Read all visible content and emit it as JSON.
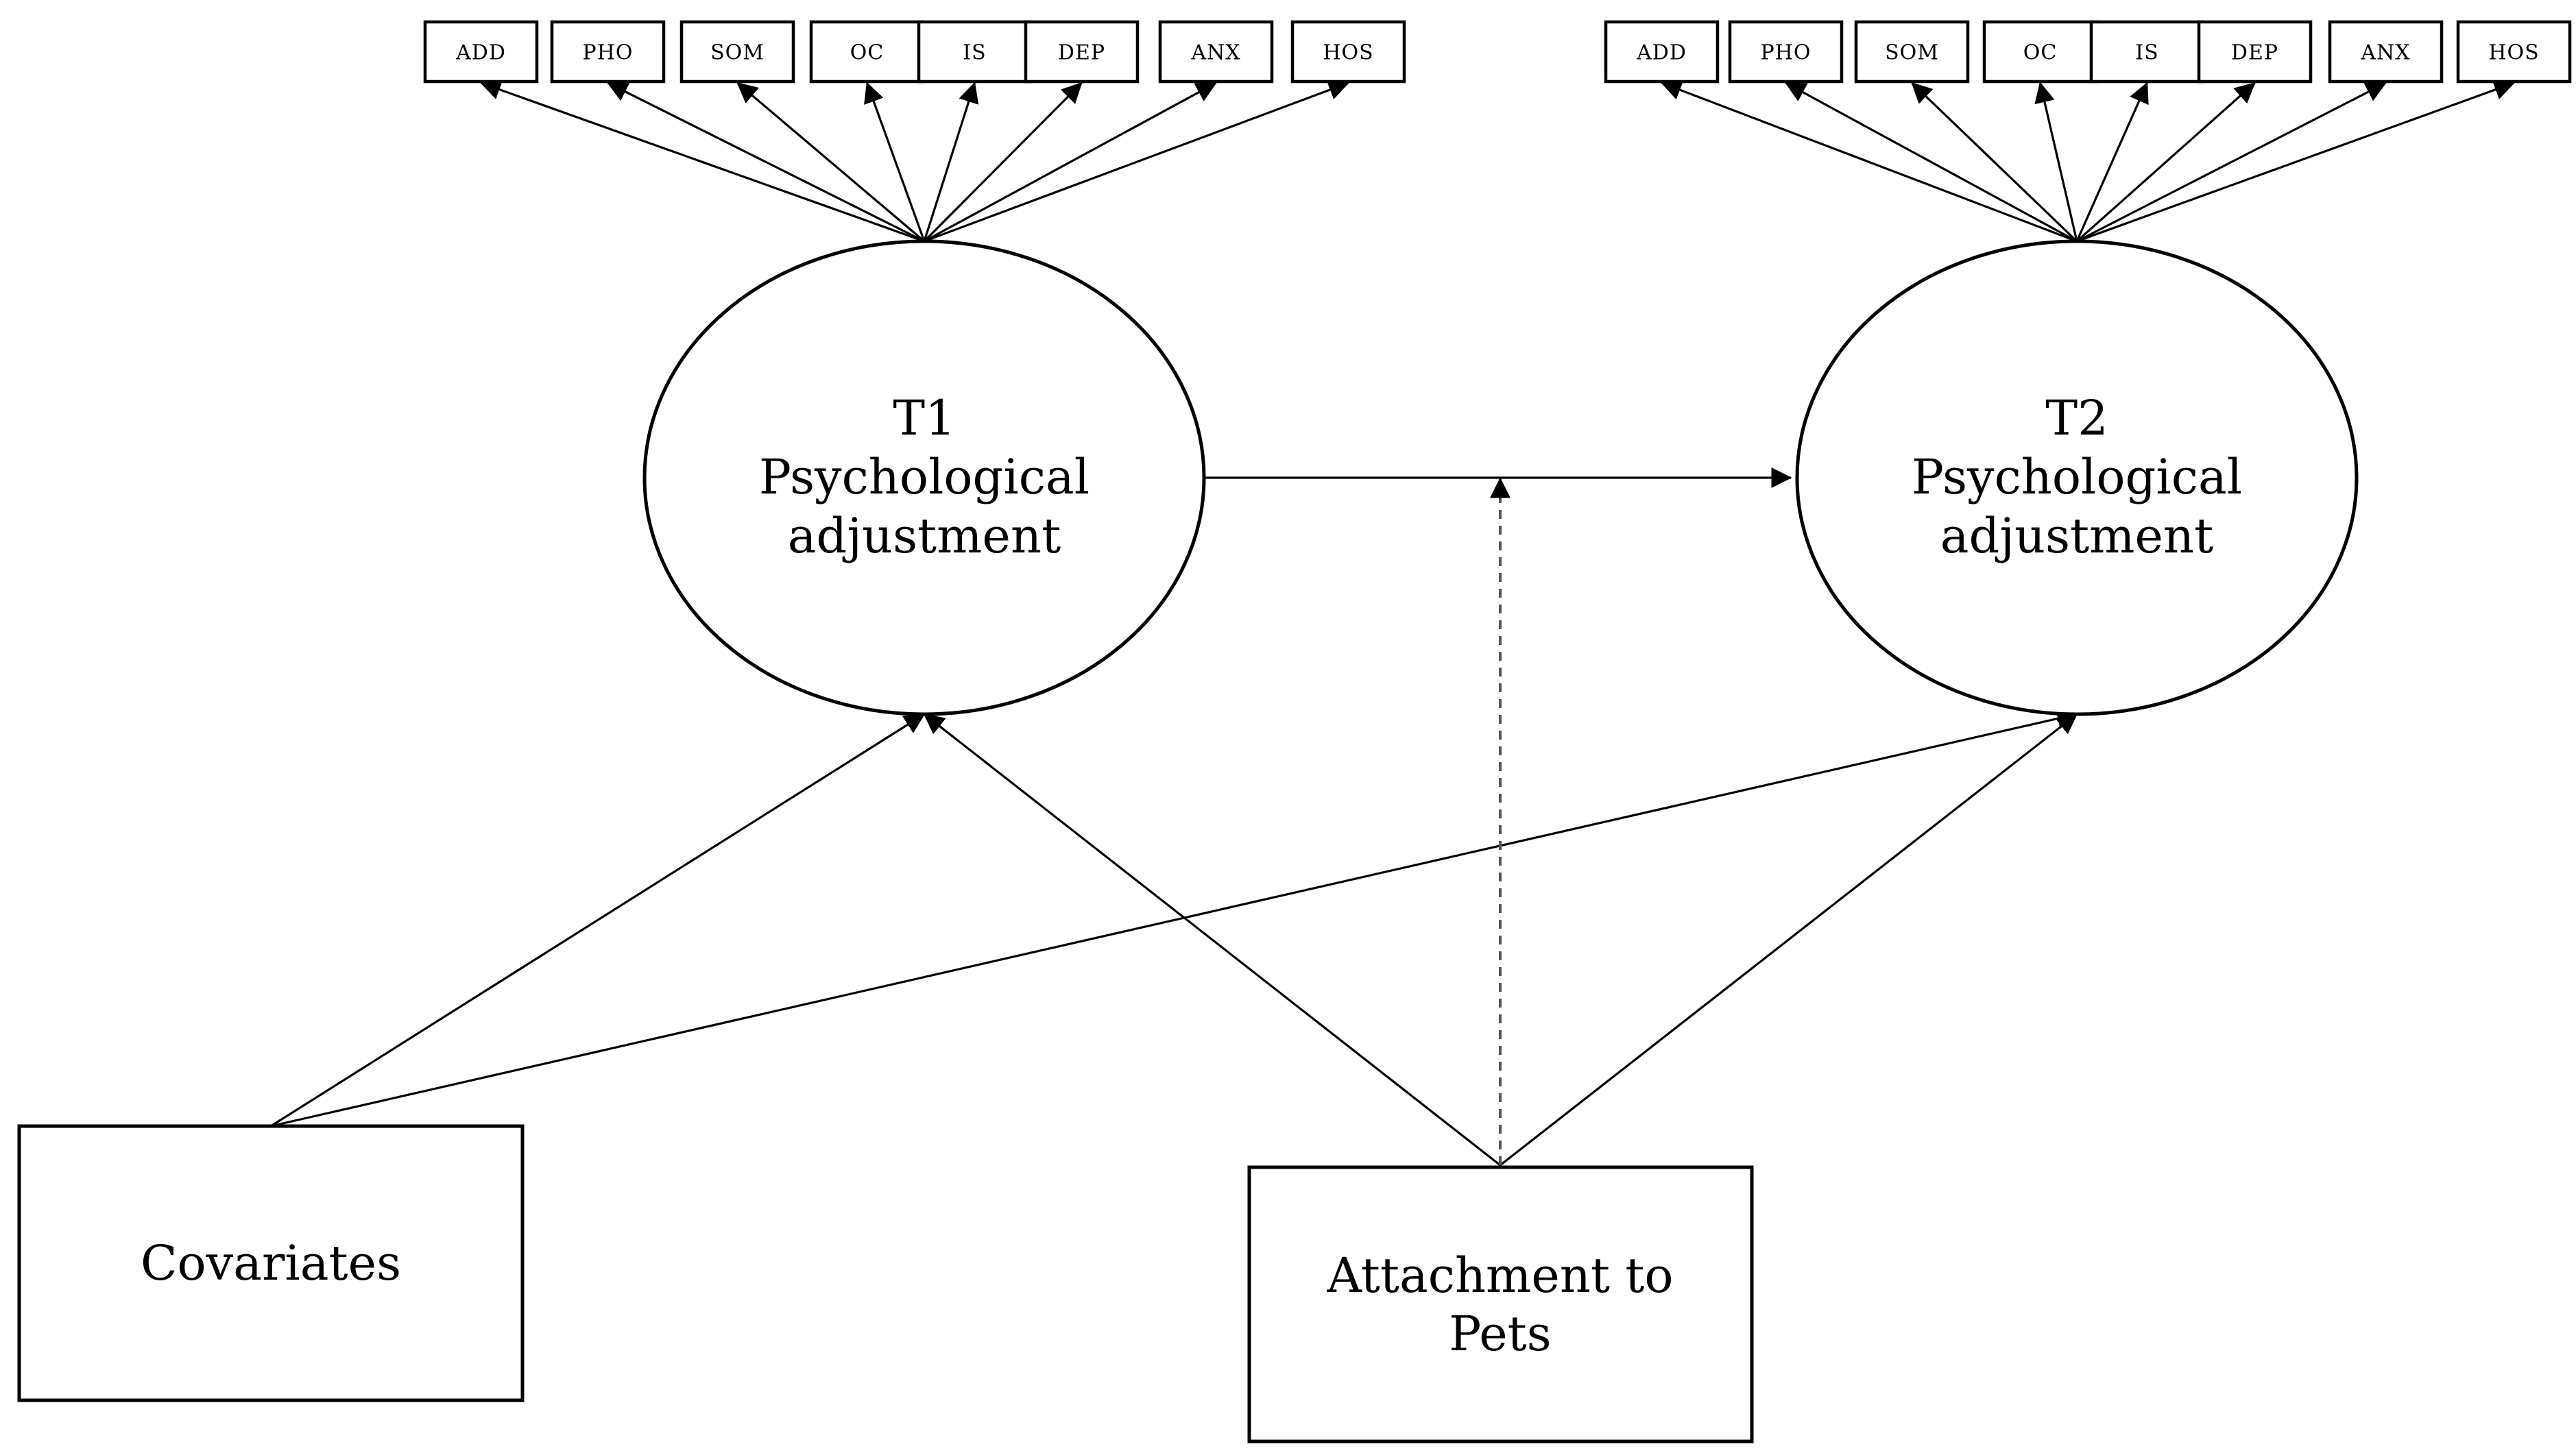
{
  "indicators": [
    "ADD",
    "PHO",
    "SOM",
    "OC",
    "IS",
    "DEP",
    "ANX",
    "HOS"
  ],
  "latent_t1": {
    "lines": [
      "T1",
      "Psychological",
      "adjustment"
    ]
  },
  "latent_t2": {
    "lines": [
      "T2",
      "Psychological",
      "adjustment"
    ]
  },
  "covariates": {
    "label": "Covariates"
  },
  "attachment": {
    "lines": [
      "Attachment to",
      "Pets"
    ]
  },
  "colors": {
    "stroke": "#000000",
    "dashed_path": "#555555",
    "background": "#ffffff"
  },
  "paths": [
    {
      "from": "T1 Psychological adjustment",
      "to": "T2 Psychological adjustment",
      "style": "solid"
    },
    {
      "from": "Covariates",
      "to": "T1 Psychological adjustment",
      "style": "solid"
    },
    {
      "from": "Covariates",
      "to": "T2 Psychological adjustment",
      "style": "solid"
    },
    {
      "from": "Attachment to Pets",
      "to": "T1 Psychological adjustment",
      "style": "solid"
    },
    {
      "from": "Attachment to Pets",
      "to": "T2 Psychological adjustment",
      "style": "solid"
    },
    {
      "from": "Attachment to Pets",
      "to": "T1 → T2 path (moderation)",
      "style": "dashed"
    }
  ]
}
